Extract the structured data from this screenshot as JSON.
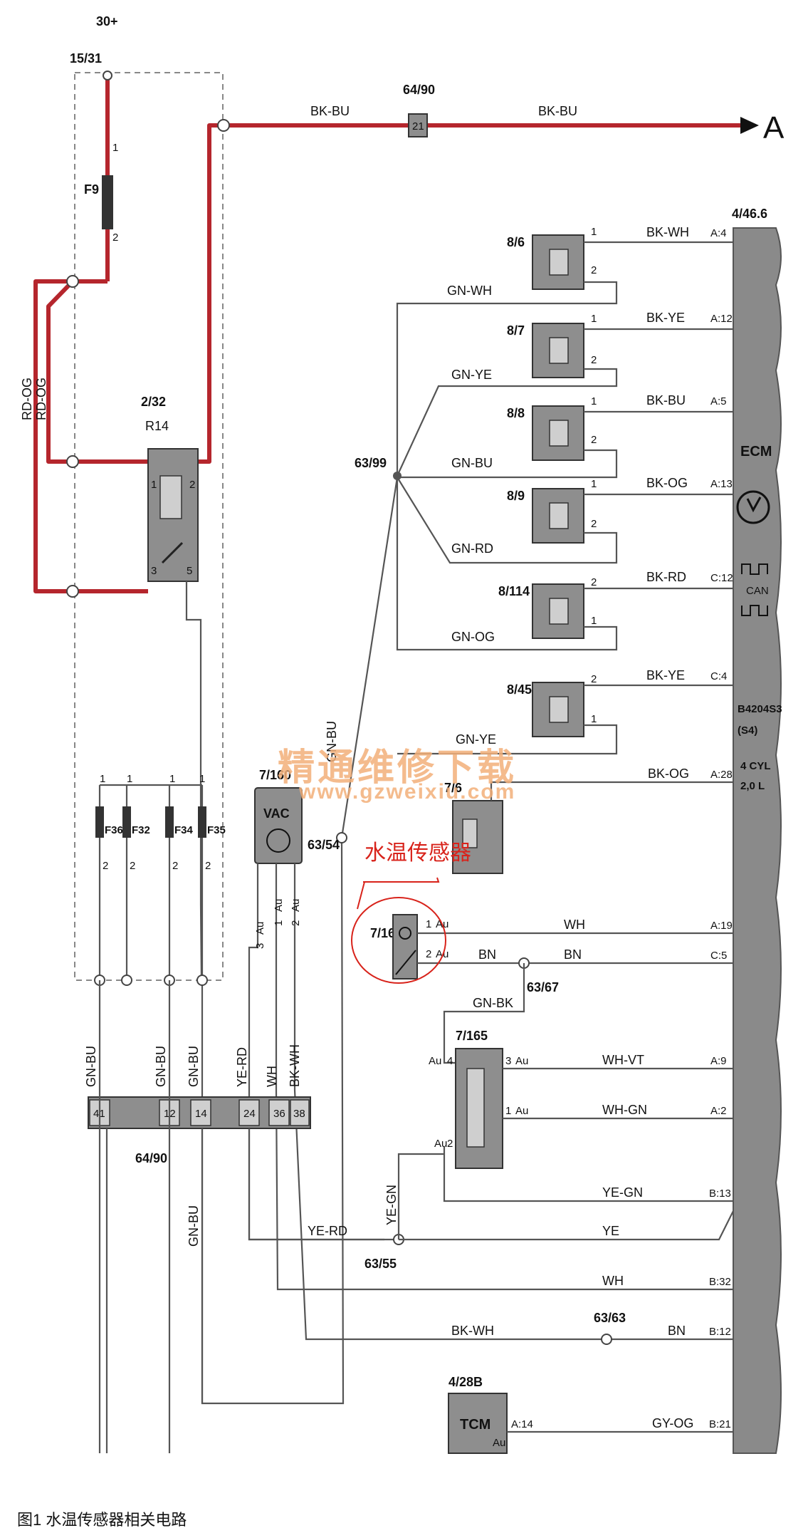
{
  "caption": "图1   水温传感器相关电路",
  "watermark": {
    "text": "精通维修下载",
    "url": "www.gzweixiu.com"
  },
  "annotation": {
    "sensor_label": "水温传感器",
    "color": "#d8231b"
  },
  "colors": {
    "power_wire": "#b5262d",
    "wire": "#555555",
    "component": "#8e8e8e",
    "ecm_block": "#8a8a8a"
  },
  "power": {
    "terminal_30": "30+",
    "terminal_15": "15/31",
    "fuse_f9": "F9",
    "fuse_pin1": "1",
    "fuse_pin2": "2",
    "wire_rd_og": "RD-OG",
    "bk_bu": "BK-BU",
    "connector_64_90": "64/90",
    "connector_pin": "21",
    "arrow_label": "A"
  },
  "relay": {
    "id": "2/32",
    "name": "R14",
    "pins": [
      "1",
      "2",
      "3",
      "5"
    ]
  },
  "ecm": {
    "id": "4/46.6",
    "label": "ECM",
    "can": "CAN",
    "engine": "B4204S3",
    "variant": "(S4)",
    "cyl": "4 CYL",
    "disp": "2,0 L"
  },
  "injectors": [
    {
      "id": "8/6",
      "wire": "BK-WH",
      "pin": "A:4",
      "p1": "1",
      "p2": "2"
    },
    {
      "id": "8/7",
      "wire": "BK-YE",
      "pin": "A:12",
      "p1": "1",
      "p2": "2"
    },
    {
      "id": "8/8",
      "wire": "BK-BU",
      "pin": "A:5",
      "p1": "1",
      "p2": "2"
    },
    {
      "id": "8/9",
      "wire": "BK-OG",
      "pin": "A:13",
      "p1": "1",
      "p2": "2"
    },
    {
      "id": "8/114",
      "wire": "BK-RD",
      "pin": "C:12",
      "p1": "2",
      "p2": "1"
    },
    {
      "id": "8/45",
      "wire": "BK-YE",
      "pin": "C:4",
      "p1": "2",
      "p2": "1"
    }
  ],
  "splice": {
    "s63_99": "63/99",
    "s63_54": "63/54",
    "s63_67": "63/67",
    "s63_55": "63/55",
    "s63_63": "63/63",
    "gn_wh": "GN-WH",
    "gn_ye": "GN-YE",
    "gn_bu": "GN-BU",
    "gn_rd": "GN-RD",
    "gn_og": "GN-OG",
    "gn_ye2": "GN-YE"
  },
  "fuses": {
    "labels": [
      "F36",
      "F32",
      "F34",
      "F35"
    ],
    "top_pin": "1",
    "bottom_pin": "2"
  },
  "vac": {
    "id": "7/160",
    "name": "VAC",
    "pins": [
      "3",
      "1",
      "2"
    ],
    "au": "Au"
  },
  "switch_7_6": {
    "id": "7/6",
    "wire": "BK-OG",
    "pin": "A:28"
  },
  "temp_sensor": {
    "id": "7/16",
    "pin1": "1",
    "pin2": "2",
    "au": "Au",
    "wire1": "WH",
    "wire2a": "BN",
    "wire2b": "BN",
    "ecm_pin1": "A:19",
    "ecm_pin2": "C:5"
  },
  "throttle": {
    "id": "7/165",
    "wire_gnbk": "GN-BK",
    "pin4": "4",
    "pin3": "3",
    "pin1": "1",
    "pin2": "2",
    "au": "Au",
    "wire3": "WH-VT",
    "ecm3": "A:9",
    "wire1": "WH-GN",
    "ecm1": "A:2",
    "ye_gn": "YE-GN",
    "ecm_b13": "B:13"
  },
  "connector_bottom": {
    "id": "64/90",
    "pins": [
      "41",
      "12",
      "14",
      "24",
      "36",
      "38"
    ]
  },
  "lower_wires": {
    "gn_bu": "GN-BU",
    "ye_rd": "YE-RD",
    "wh": "WH",
    "bk_wh": "BK-WH",
    "ye": "YE",
    "ye_gn_v": "YE-GN",
    "bn": "BN",
    "ecm_b32": "B:32",
    "ecm_b12": "B:12",
    "gn_bu_v": "GN-BU"
  },
  "tcm": {
    "id": "4/28B",
    "name": "TCM",
    "pin": "A:14",
    "au": "Au",
    "wire": "GY-OG",
    "ecm_pin": "B:21"
  }
}
